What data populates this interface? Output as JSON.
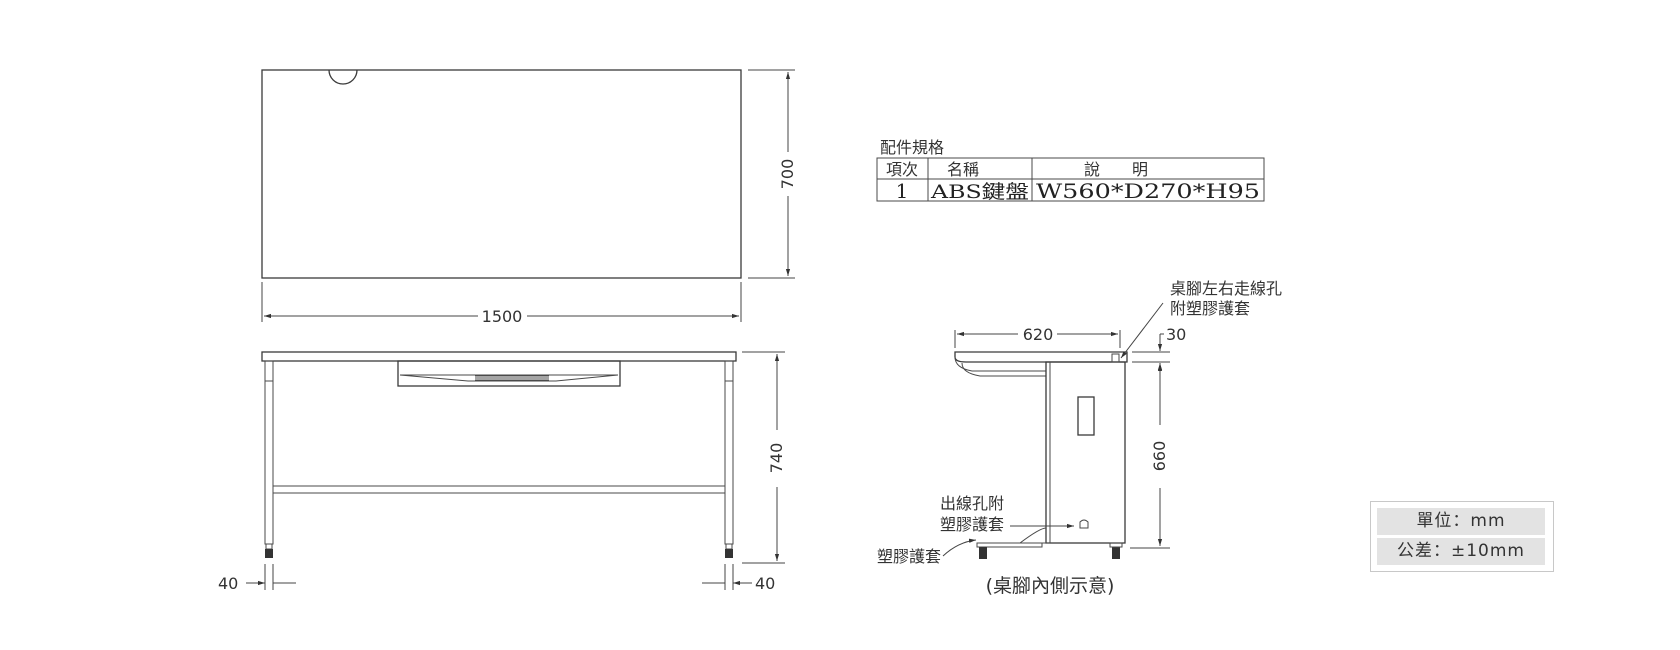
{
  "top_view": {
    "width_label": "1500",
    "depth_label": "700"
  },
  "front_view": {
    "height_label": "740",
    "leg_left_label": "40",
    "leg_right_label": "40"
  },
  "spec_table": {
    "title": "配件規格",
    "headers": [
      "項次",
      "名稱",
      "說　　明"
    ],
    "row": {
      "no": "1",
      "name": "ABS鍵盤",
      "desc": "W560*D270*H95"
    }
  },
  "side_view": {
    "depth_label": "620",
    "top_thickness_label": "30",
    "height_label": "660",
    "note_hole_line1": "桌腳左右走線孔",
    "note_hole_line2": "附塑膠護套",
    "note_outlet_line1": "出線孔附",
    "note_outlet_line2": "塑膠護套",
    "note_cap": "塑膠護套",
    "caption": "(桌腳內側示意)"
  },
  "unit_box": {
    "unit": "單位：mm",
    "tolerance": "公差：±10mm"
  }
}
